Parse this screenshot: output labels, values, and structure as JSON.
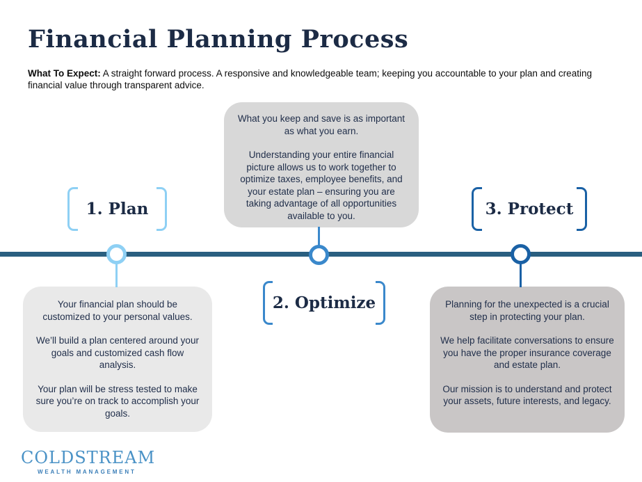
{
  "header": {
    "title": "Financial Planning Process",
    "intro_label": "What To Expect:",
    "intro_text": " A straight forward process. A responsive and knowledgeable team; keeping you accountable to your plan and creating financial value through transparent advice."
  },
  "timeline": {
    "bar_color": "#2a5f80"
  },
  "steps": [
    {
      "label": "1. Plan",
      "accent_color": "#8ed0f4",
      "box_color": "#e9e9e9",
      "box_position": "below-timeline",
      "paragraphs": [
        "Your financial plan should be customized to your personal values.",
        "We’ll build a plan centered around your goals and customized cash flow analysis.",
        "Your plan will be stress tested to make sure you’re on track to accomplish your goals."
      ]
    },
    {
      "label": "2. Optimize",
      "accent_color": "#3a88cb",
      "box_color": "#d8d8d8",
      "box_position": "above-timeline",
      "paragraphs": [
        "What you keep and save is as important as what you earn.",
        "Understanding your entire financial picture allows us to work together to optimize taxes, employee benefits, and your estate plan – ensuring you are taking advantage of all opportunities available to you."
      ]
    },
    {
      "label": "3. Protect",
      "accent_color": "#1a61a5",
      "box_color": "#c9c6c6",
      "box_position": "below-timeline",
      "paragraphs": [
        "Planning for the unexpected is a crucial step in protecting your plan.",
        "We help facilitate conversations to ensure you have the proper insurance coverage and estate plan.",
        "Our mission is to understand and protect your assets, future interests, and legacy."
      ]
    }
  ],
  "logo": {
    "name": "COLDSTREAM",
    "tagline": "WEALTH MANAGEMENT",
    "name_color": "#4a92c6",
    "tagline_color": "#3c7fb8"
  },
  "text_color": "#1c2b45"
}
